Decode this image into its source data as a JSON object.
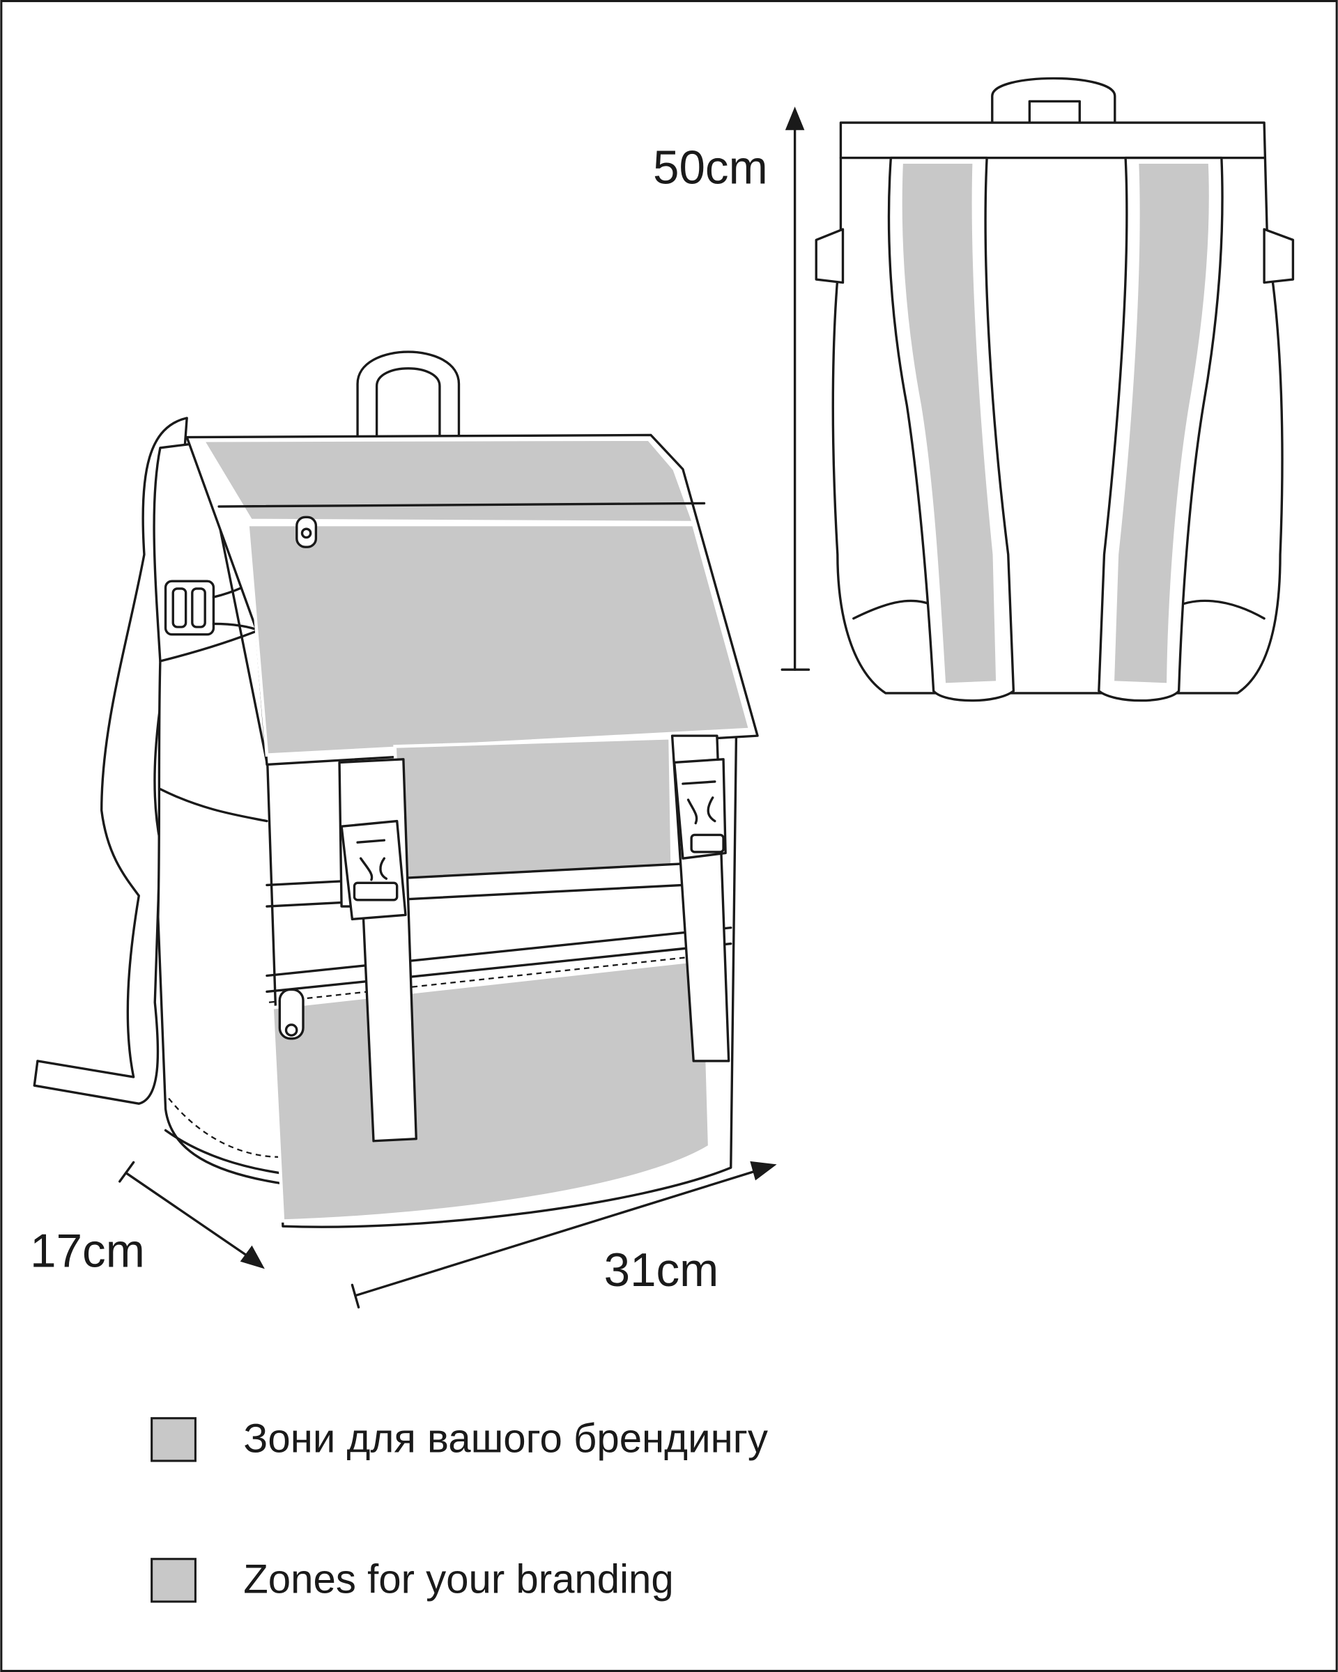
{
  "dimensions": {
    "height_label": "50cm",
    "depth_label": "17cm",
    "width_label": "31cm"
  },
  "legend": {
    "items": [
      {
        "label": "Зони для вашого брендингу"
      },
      {
        "label": "Zones for your branding"
      }
    ],
    "swatch_color": "#c8c8c8"
  },
  "colors": {
    "line": "#1a1a1a",
    "branding_zone": "#c8c8c8"
  }
}
